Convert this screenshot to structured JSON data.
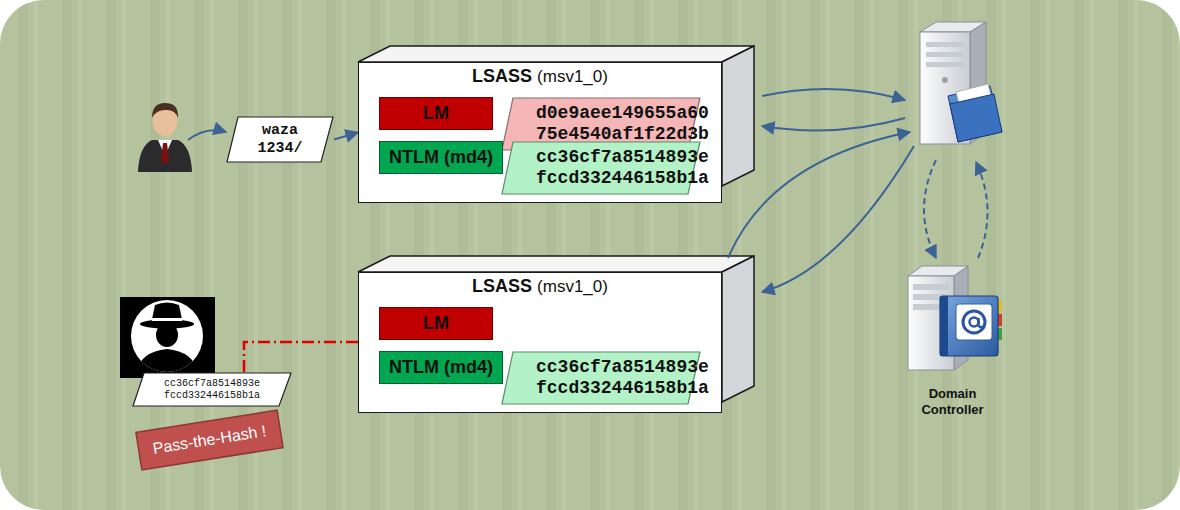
{
  "diagram": {
    "nodes": [
      {
        "text": [
          "LSASS",
          "(msv1_0)"
        ]
      },
      {
        "text": [
          "LM"
        ],
        "in": 0
      },
      {
        "text": [
          "d0e9aee149655a60 75e4540af1f22d3b"
        ],
        "in": 0
      },
      {
        "text": [
          "NTLM (md4)"
        ],
        "in": 0
      },
      {
        "text": [
          "cc36cf7a8514893e fccd332446158b1a"
        ],
        "in": 0
      },
      {
        "text": [
          "waza 1234/"
        ]
      },
      {
        "text": [
          "LSASS",
          "(msv1_0)"
        ]
      },
      {
        "text": [
          "LM"
        ],
        "in": 6
      },
      {
        "text": [
          "NTLM (md4)"
        ],
        "in": 6
      },
      {
        "text": [
          "cc36cf7a8514893e fccd332446158b1a"
        ],
        "in": 6
      },
      {
        "text": [
          "cc36cf7a8514893e fccd332446158b1a"
        ]
      },
      {
        "text": [
          "Domain Controller"
        ]
      },
      {
        "text": [
          "Pass-the-Hash !"
        ]
      }
    ],
    "edges": [
      {
        "from": 5,
        "to": 0,
        "arrow": "to"
      },
      {
        "from": 10,
        "to": 9,
        "arrow": "to"
      }
    ]
  }
}
